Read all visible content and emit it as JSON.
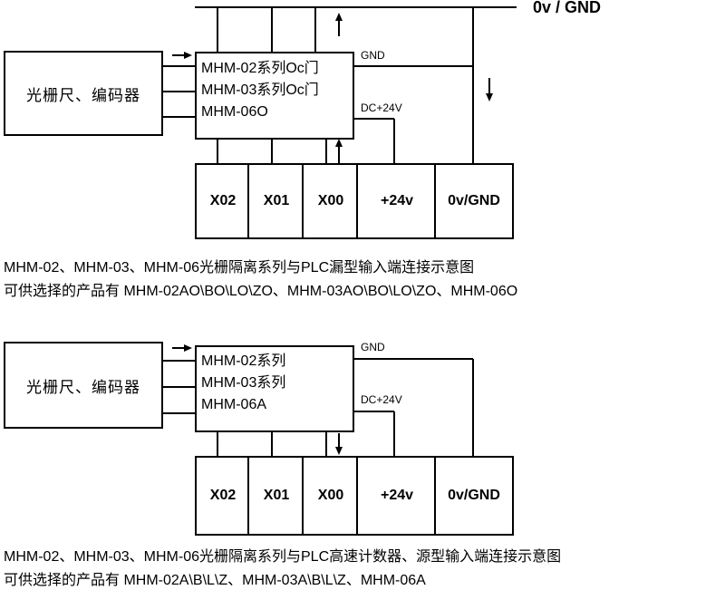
{
  "top_rail": "0v / GND",
  "diagram1": {
    "encoder": "光栅尺、编码器",
    "module_lines": [
      "MHM-02系列Oc门",
      "MHM-03系列Oc门",
      "MHM-06O"
    ],
    "gnd_label": "GND",
    "dc_label": "DC+24V",
    "terminals": [
      "X02",
      "X01",
      "X00",
      "+24v",
      "0v/GND"
    ],
    "caption_line1": "MHM-02、MHM-03、MHM-06光栅隔离系列与PLC漏型输入端连接示意图",
    "caption_line2": "可供选择的产品有 MHM-02AO\\BO\\LO\\ZO、MHM-03AO\\BO\\LO\\ZO、MHM-06O"
  },
  "diagram2": {
    "encoder": "光栅尺、编码器",
    "module_lines": [
      "MHM-02系列",
      "MHM-03系列",
      "MHM-06A"
    ],
    "gnd_label": "GND",
    "dc_label": "DC+24V",
    "terminals": [
      "X02",
      "X01",
      "X00",
      "+24v",
      "0v/GND"
    ],
    "caption_line1": "MHM-02、MHM-03、MHM-06光栅隔离系列与PLC高速计数器、源型输入端连接示意图",
    "caption_line2": "可供选择的产品有 MHM-02A\\B\\L\\Z、MHM-03A\\B\\L\\Z、MHM-06A"
  }
}
